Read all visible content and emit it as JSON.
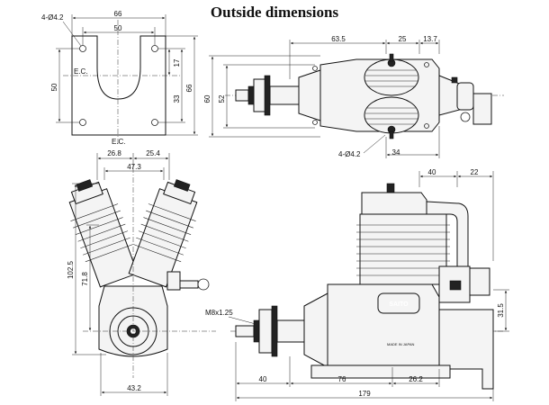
{
  "title": "Outside dimensions",
  "mount_plate": {
    "hole_spec": "4-Ø4.2",
    "width_outer": "66",
    "width_inner": "50",
    "height_outer": "50",
    "height_right_outer": "66",
    "height_right_inner": "33",
    "height_right_small": "17",
    "ec_label_left": "E.C.",
    "ec_label_bottom": "E.C."
  },
  "top_view": {
    "len_front": "63.5",
    "len_mid": "25",
    "len_rear": "13.7",
    "height_outer": "60",
    "height_inner": "52",
    "hole_spec": "4-Ø4.2",
    "offset": "34"
  },
  "front_view": {
    "left_width": "26.8",
    "right_width": "25.4",
    "total_width": "47.3",
    "height_total": "102.5",
    "height_shaft": "71.8",
    "bottom_width": "43.2"
  },
  "side_view": {
    "top_right_1": "40",
    "top_right_2": "22",
    "thread": "M8x1.25",
    "bottom_1": "40",
    "bottom_2": "76",
    "bottom_3": "26.2",
    "overall": "179",
    "right_height": "31.5",
    "brand": "SAITO",
    "plate_text": "MADE IN JAPAN"
  }
}
